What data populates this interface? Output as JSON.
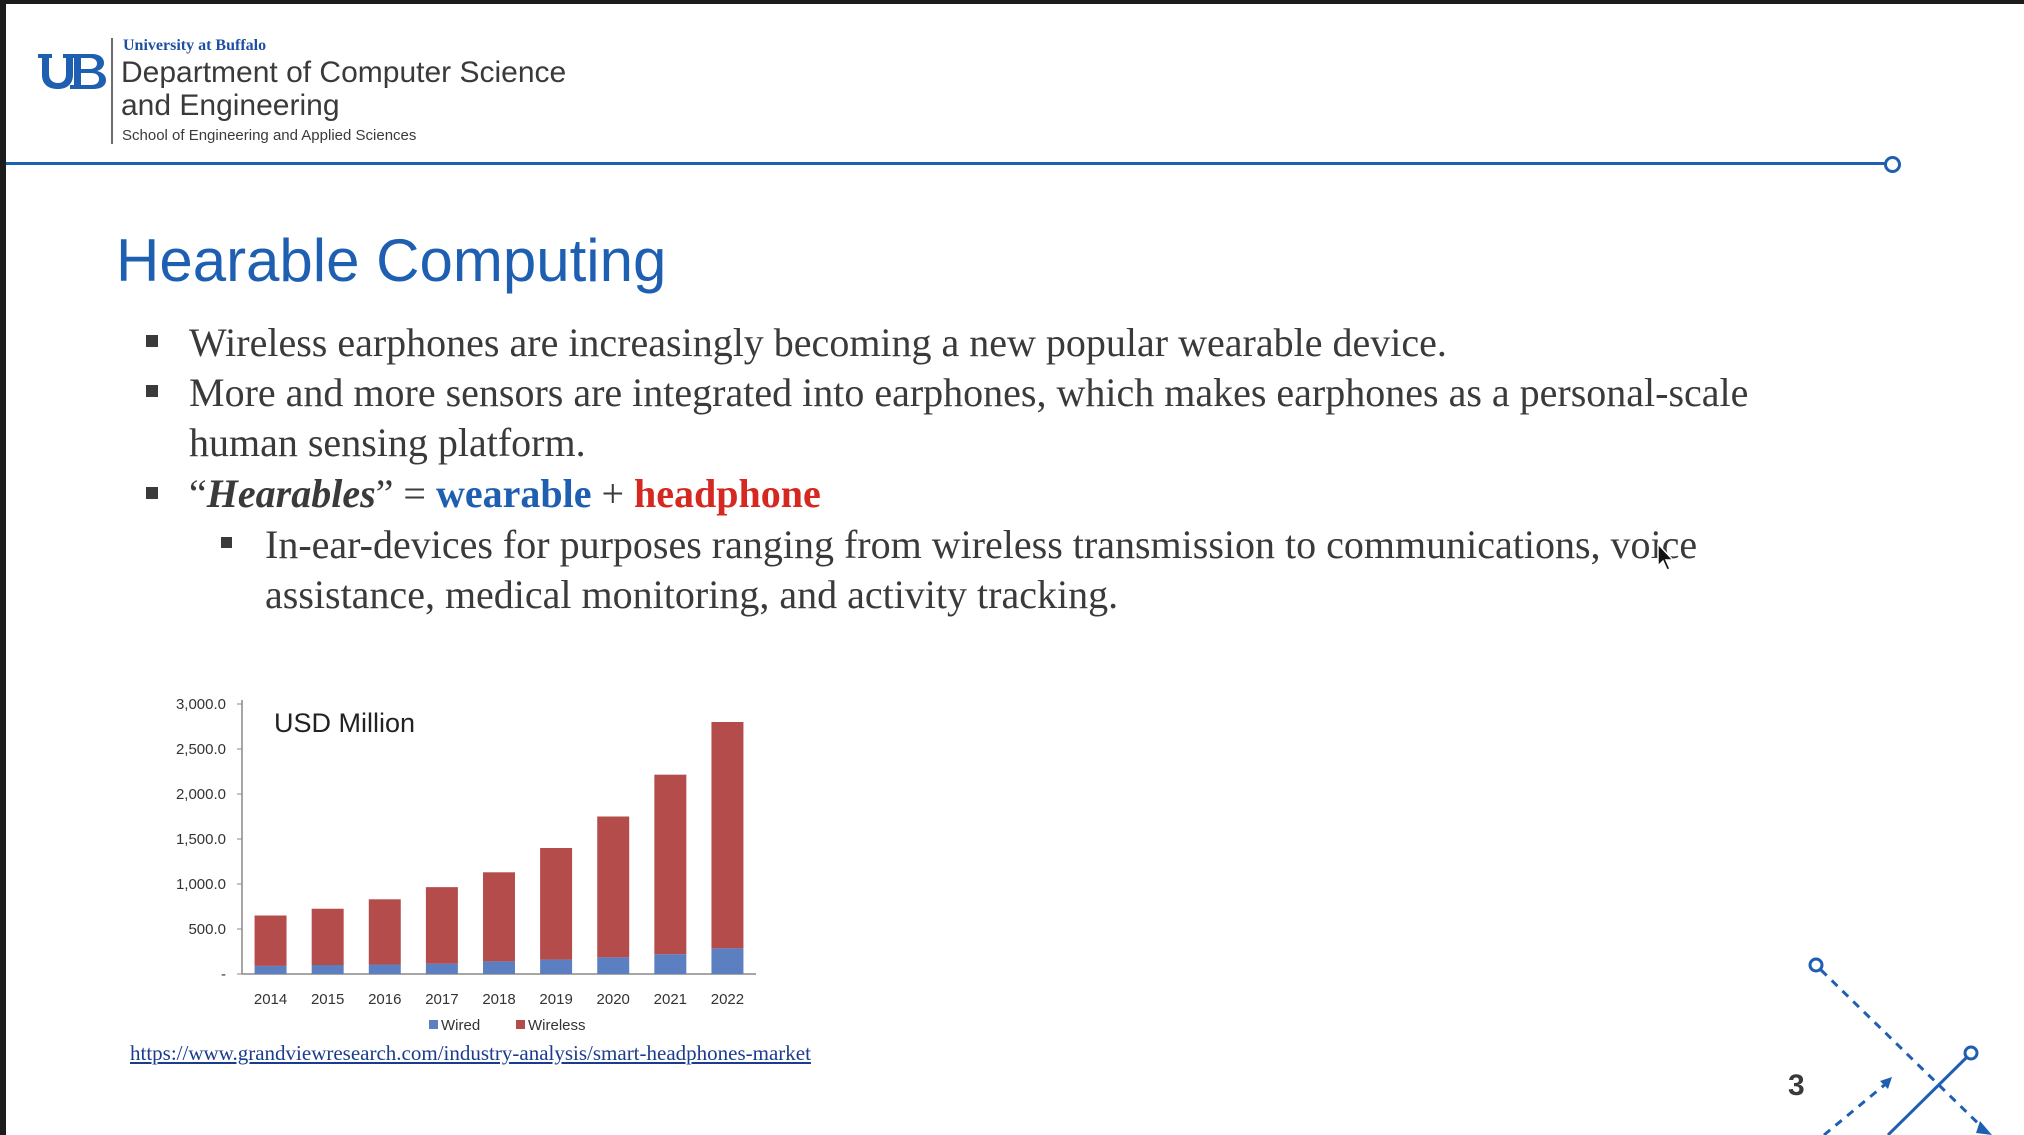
{
  "header": {
    "university": "University at Buffalo",
    "department_line1": "Department of Computer Science",
    "department_line2": "and Engineering",
    "school": "School of Engineering and Applied Sciences"
  },
  "slide": {
    "title": "Hearable Computing",
    "bullets": [
      {
        "text": "Wireless earphones are increasingly becoming a new popular wearable device."
      },
      {
        "line1": "More and more sensors are integrated into earphones, which makes earphones as a personal-scale",
        "line2": "human sensing platform."
      },
      {
        "open_quote": "“",
        "term": "Hearables",
        "close_quote": "” = ",
        "blue": "wearable",
        "plus": " + ",
        "red": "headphone"
      }
    ],
    "sub_bullet": {
      "line1": "In-ear-devices for purposes ranging from wireless transmission to communications, voice",
      "line2": "assistance, medical monitoring, and activity tracking."
    },
    "source_url": "https://www.grandviewresearch.com/industry-analysis/smart-headphones-market",
    "page_number": "3"
  },
  "colors": {
    "accent_blue": "#1f5fb2",
    "highlight_red": "#d42820",
    "wired": "#5b7fc0",
    "wireless": "#b34c4a"
  },
  "chart_data": {
    "type": "bar",
    "stacked": true,
    "title": "USD Million",
    "categories": [
      "2014",
      "2015",
      "2016",
      "2017",
      "2018",
      "2019",
      "2020",
      "2021",
      "2022"
    ],
    "series": [
      {
        "name": "Wired",
        "values": [
          90,
          100,
          105,
          115,
          140,
          160,
          185,
          220,
          285
        ]
      },
      {
        "name": "Wireless",
        "values": [
          560,
          625,
          725,
          850,
          990,
          1240,
          1565,
          1995,
          2515
        ]
      }
    ],
    "ylim": [
      0,
      3000
    ],
    "y_ticks": [
      "-",
      "500.0",
      "1,000.0",
      "1,500.0",
      "2,000.0",
      "2,500.0",
      "3,000.0"
    ],
    "y_tick_values": [
      0,
      500,
      1000,
      1500,
      2000,
      2500,
      3000
    ],
    "legend_position": "bottom",
    "grid": false
  }
}
